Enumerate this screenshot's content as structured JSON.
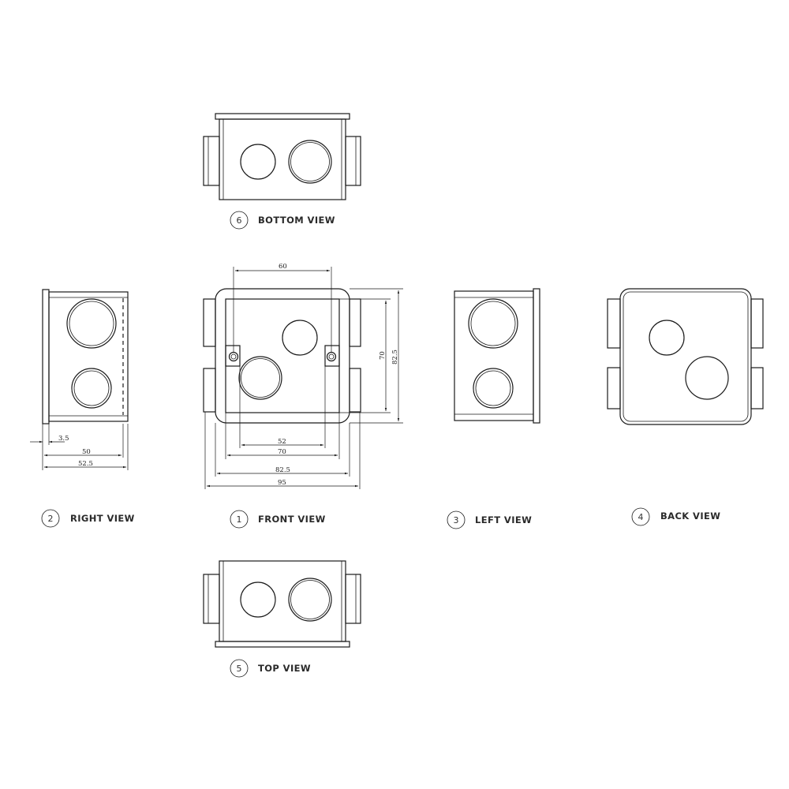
{
  "views": {
    "front": {
      "number": "1",
      "label": "FRONT VIEW"
    },
    "right": {
      "number": "2",
      "label": "RIGHT VIEW"
    },
    "left": {
      "number": "3",
      "label": "LEFT VIEW"
    },
    "back": {
      "number": "4",
      "label": "BACK VIEW"
    },
    "top": {
      "number": "5",
      "label": "TOP VIEW"
    },
    "bottom": {
      "number": "6",
      "label": "BOTTOM VIEW"
    }
  },
  "dimensions": {
    "front": {
      "d60": "60",
      "d70v": "70",
      "d82_5v": "82.5",
      "d52": "52",
      "d70": "70",
      "d82_5": "82.5",
      "d95": "95"
    },
    "right": {
      "d3_5": "3.5",
      "d50": "50",
      "d52_5": "52.5"
    }
  }
}
